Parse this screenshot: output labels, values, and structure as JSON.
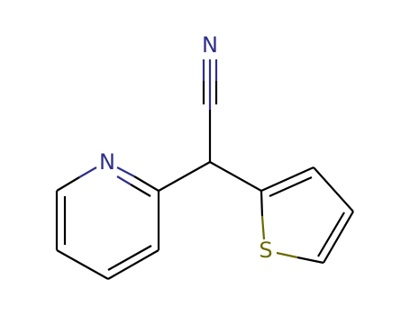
{
  "molecule": {
    "atoms": {
      "nitrile_n": {
        "label": "N",
        "color": "#2e2e8c"
      },
      "pyridine_n": {
        "label": "N",
        "color": "#2e2e8c"
      },
      "thiophene_s": {
        "label": "S",
        "color": "#6b6b00"
      }
    },
    "colors": {
      "bond": "#000000",
      "nitrogen": "#2e2e8c",
      "sulfur": "#6b6b00"
    }
  }
}
